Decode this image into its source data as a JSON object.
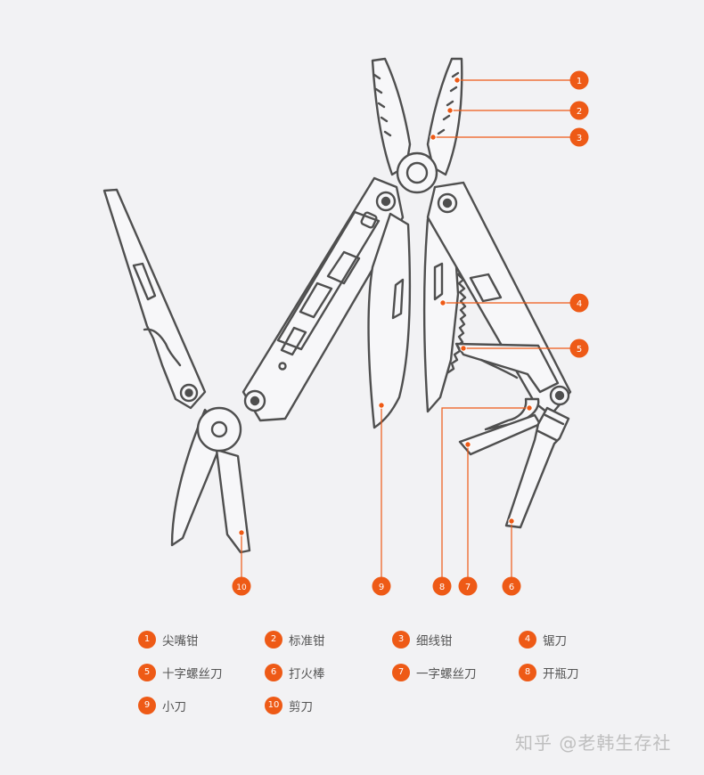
{
  "callouts": [
    {
      "num": "1",
      "label": "尖嘴钳"
    },
    {
      "num": "2",
      "label": "标准钳"
    },
    {
      "num": "3",
      "label": "细线钳"
    },
    {
      "num": "4",
      "label": "锯刀"
    },
    {
      "num": "5",
      "label": "十字螺丝刀"
    },
    {
      "num": "6",
      "label": "打火棒"
    },
    {
      "num": "7",
      "label": "一字螺丝刀"
    },
    {
      "num": "8",
      "label": "开瓶刀"
    },
    {
      "num": "9",
      "label": "小刀"
    },
    {
      "num": "10",
      "label": "剪刀"
    }
  ],
  "watermark": "知乎 @老韩生存社",
  "colors": {
    "accent": "#ee5a16",
    "outline": "#555555",
    "background": "#f2f2f4",
    "label_text": "#555555"
  }
}
